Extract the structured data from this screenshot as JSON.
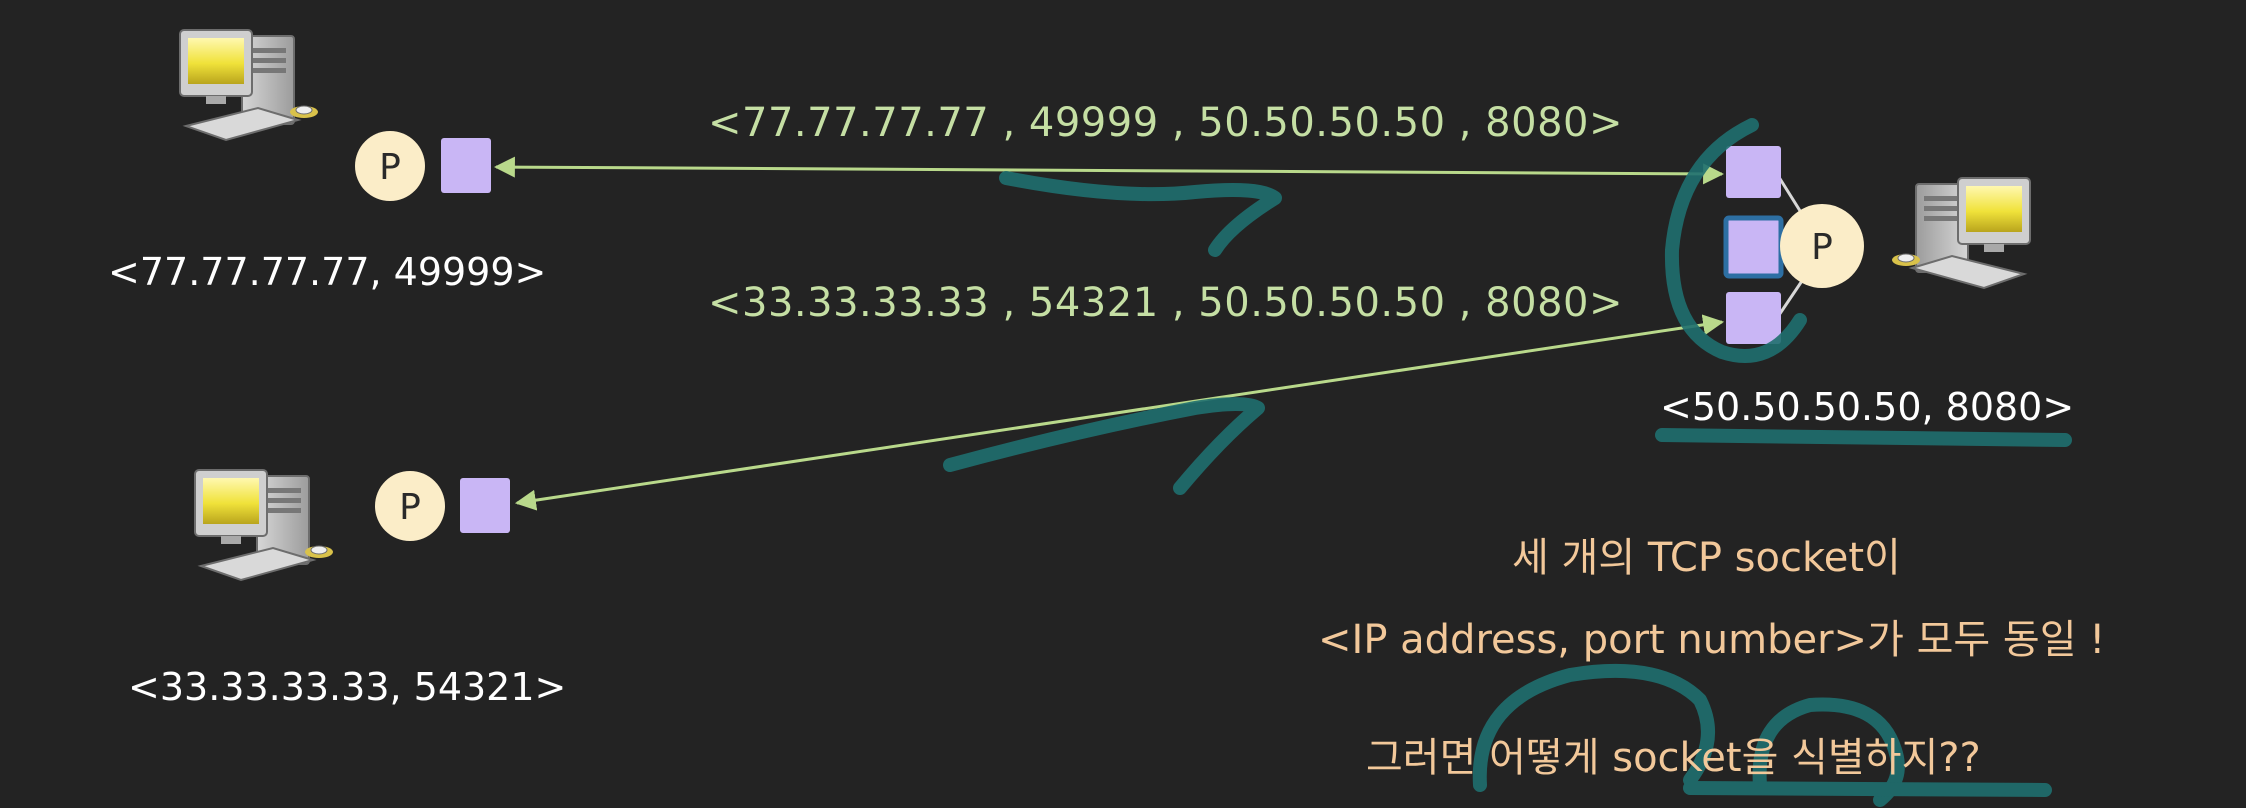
{
  "process_label": "P",
  "clients": [
    {
      "address": "<77.77.77.77, 49999>"
    },
    {
      "address": "<33.33.33.33, 54321>"
    }
  ],
  "server": {
    "address": "<50.50.50.50, 8080>"
  },
  "connections": [
    {
      "tuple": "<77.77.77.77 , 49999 , 50.50.50.50 , 8080>"
    },
    {
      "tuple": "<33.33.33.33 , 54321 , 50.50.50.50 , 8080>"
    }
  ],
  "note": {
    "line1": "세 개의 TCP socket이",
    "line2": "<IP address, port number>가 모두 동일 !",
    "line3": "그러면 어떻게 socket을 식별하지??"
  },
  "colors": {
    "background": "#232323",
    "socket": "#c9b6f5",
    "process": "#fbedc8",
    "arrow": "#b9d98b",
    "annotation": "#1f6f6f",
    "note_text": "#f2c89a"
  },
  "icons": [
    "desktop-computer-icon",
    "process-circle",
    "socket-square"
  ]
}
